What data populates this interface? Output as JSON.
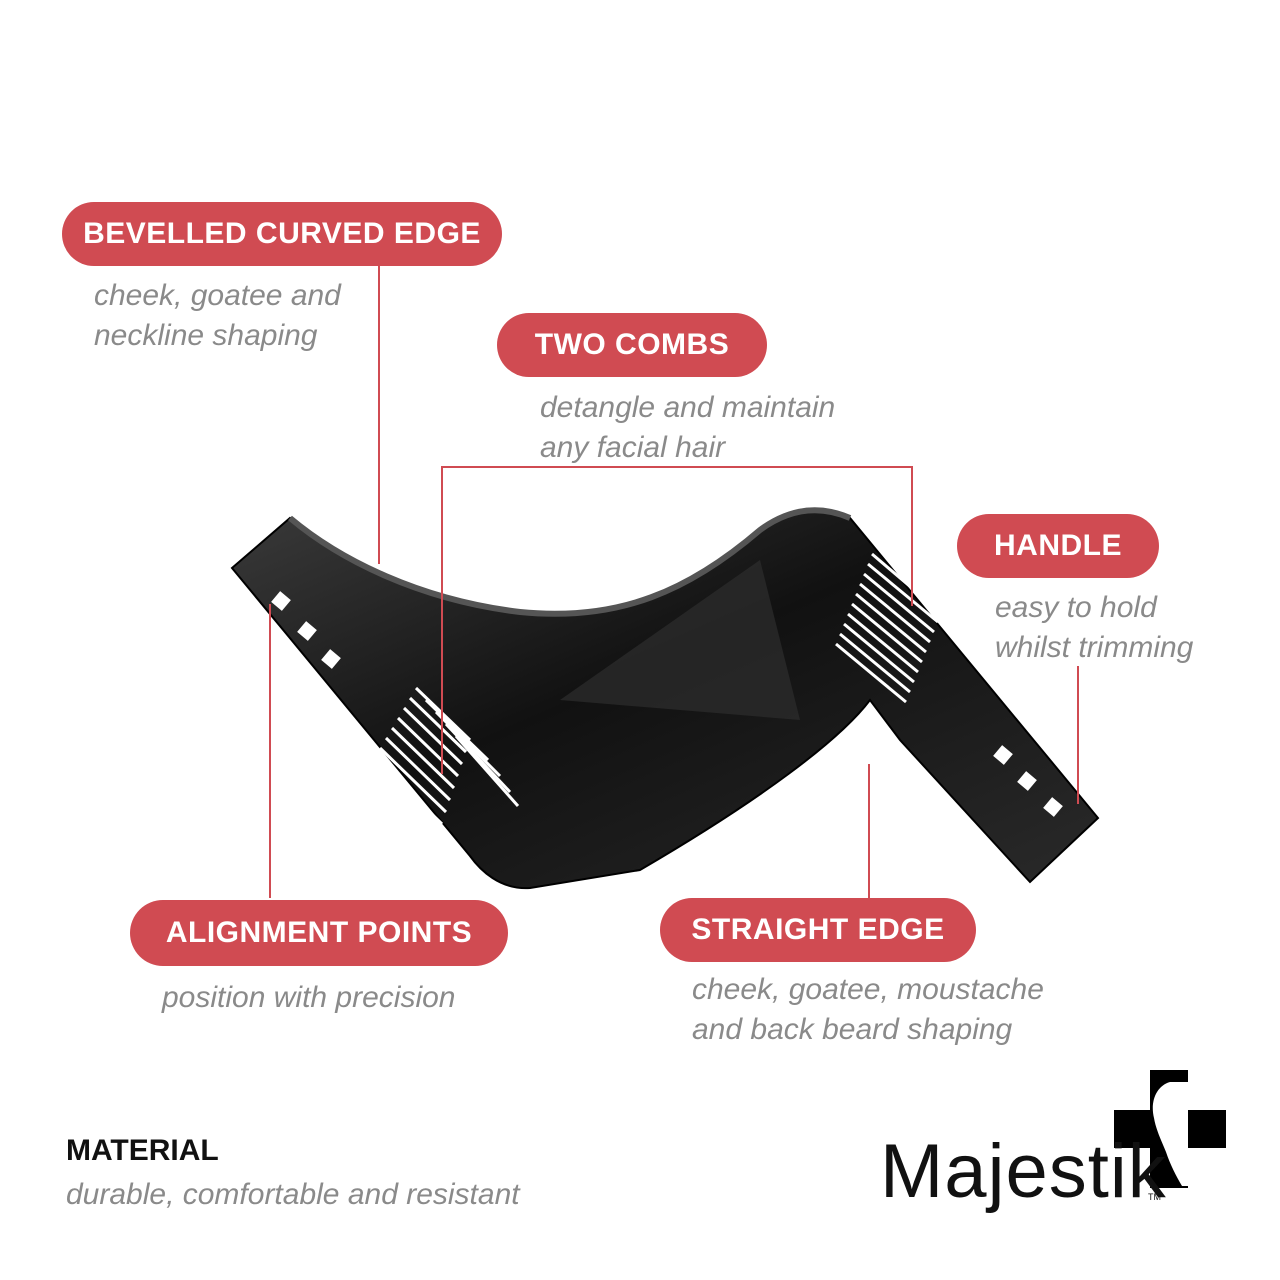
{
  "callouts": {
    "bevelled": {
      "title": "BEVELLED CURVED EDGE",
      "line1": "cheek, goatee and",
      "line2": "neckline shaping"
    },
    "two_combs": {
      "title": "TWO COMBS",
      "line1": "detangle and maintain",
      "line2": "any facial hair"
    },
    "handle": {
      "title": "HANDLE",
      "line1": "easy to hold",
      "line2": "whilst trimming"
    },
    "alignment": {
      "title": "ALIGNMENT POINTS",
      "line1": "position with precision"
    },
    "straight": {
      "title": "STRAIGHT EDGE",
      "line1": "cheek, goatee, moustache",
      "line2": "and back beard shaping"
    }
  },
  "material": {
    "title": "MATERIAL",
    "desc": "durable, comfortable and resistant"
  },
  "brand": {
    "name": "Majestik",
    "product_label": "Majestik",
    "tm": "TM"
  },
  "colors": {
    "accent": "#d04b52",
    "desc_text": "#8a8a8a",
    "product_body": "#1a1a1a"
  },
  "icons": {
    "logo": "cross-with-face-silhouette-icon"
  }
}
